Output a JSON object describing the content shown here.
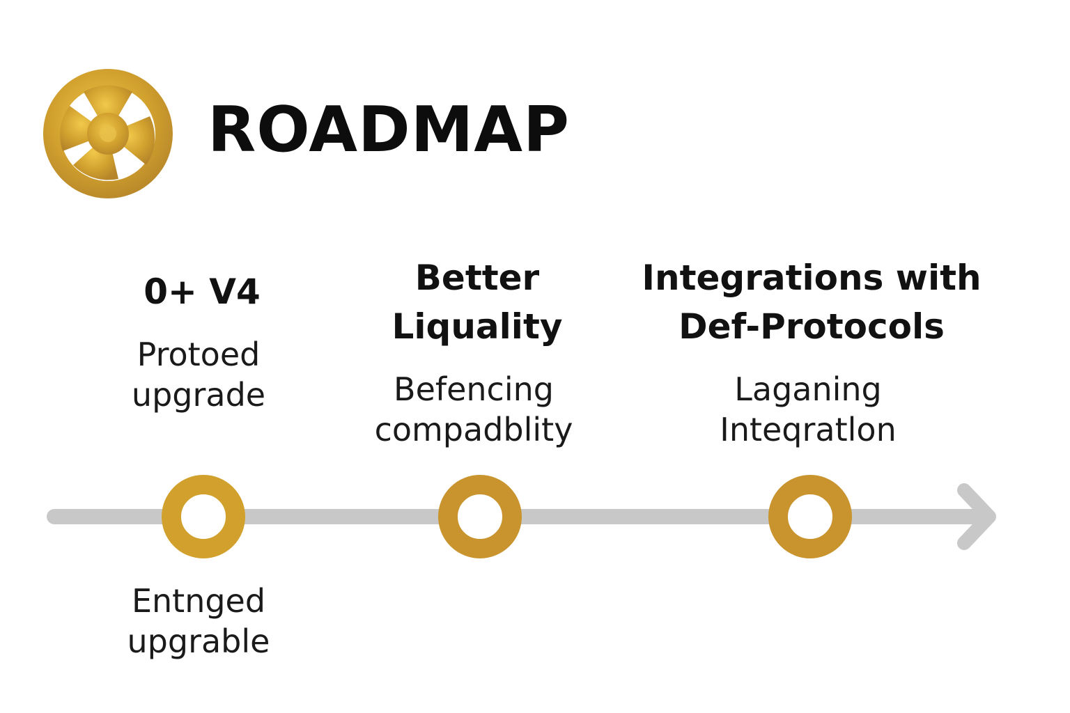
{
  "header": {
    "title": "ROADMAP",
    "logo_icon": "gold-wheel-logo"
  },
  "colors": {
    "gold": "#C9962A",
    "gold_light": "#E3B83C",
    "line": "#C8C8C8",
    "text": "#111111"
  },
  "milestones": [
    {
      "title": "0+ V4",
      "description": "Protoed\nupgrade",
      "below": "Entnged\nupgrable"
    },
    {
      "title": "Better\nLiquality",
      "description": "Befencing\ncompadblity"
    },
    {
      "title": "Integrations with\nDef-Protocols",
      "description": "Laganing\nInteqratlon"
    }
  ]
}
